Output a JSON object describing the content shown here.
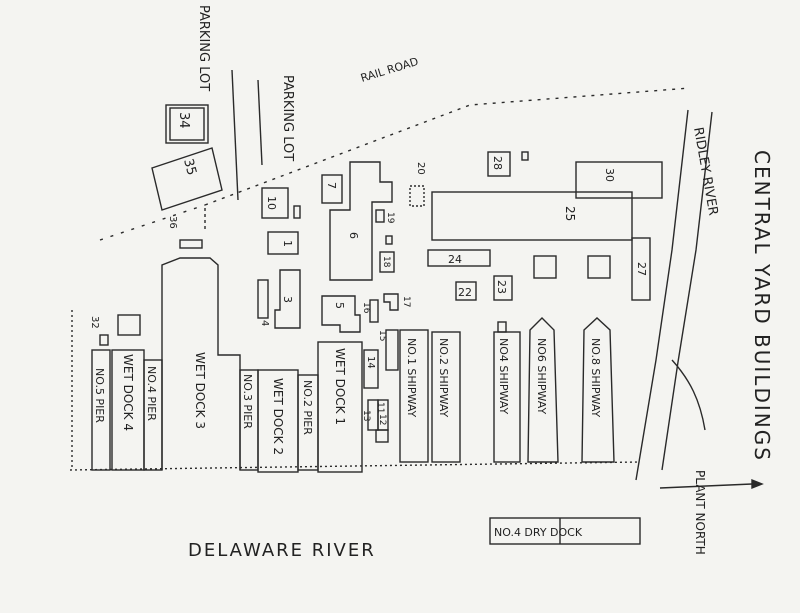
{
  "map": {
    "title": "CENTRAL YARD BUILDINGS",
    "north": "PLANT NORTH",
    "river_main": "DELAWARE RIVER",
    "river_side": "RIDLEY RIVER",
    "rail": "RAIL ROAD",
    "parking_1": "PARKING LOT",
    "parking_2": "PARKING LOT",
    "docks": {
      "wd1": "WET DOCK 1",
      "wd2": "WET DOCK 2",
      "wd3": "WET DOCK 3",
      "wd4": "WET DOCK 4",
      "drydock": "NO.4 DRY DOCK"
    },
    "piers": {
      "p2": "NO.2 PIER",
      "p3": "NO.3 PIER",
      "p4": "NO.4 PIER",
      "p5": "NO.5 PIER"
    },
    "shipways": {
      "sw1": "NO.1 SHIPWAY",
      "sw2": "NO.2 SHIPWAY",
      "sw4": "NO4 SHIPWAY",
      "sw6": "NO6 SHIPWAY",
      "sw8": "NO.8 SHIPWAY"
    },
    "buildings": {
      "b1": "1",
      "b3": "3",
      "b4": "4",
      "b5": "5",
      "b6": "6",
      "b7": "7",
      "b10": "10",
      "b11": "11",
      "b12": "12",
      "b13": "13",
      "b14": "14",
      "b15": "15",
      "b16": "16",
      "b17": "17",
      "b18": "18",
      "b19": "19",
      "b20": "20",
      "b22": "22",
      "b23": "23",
      "b24": "24",
      "b25": "25",
      "b27": "27",
      "b28": "28",
      "b30": "30",
      "b32": "32",
      "b34": "34",
      "b35": "35",
      "b36": "36"
    }
  }
}
